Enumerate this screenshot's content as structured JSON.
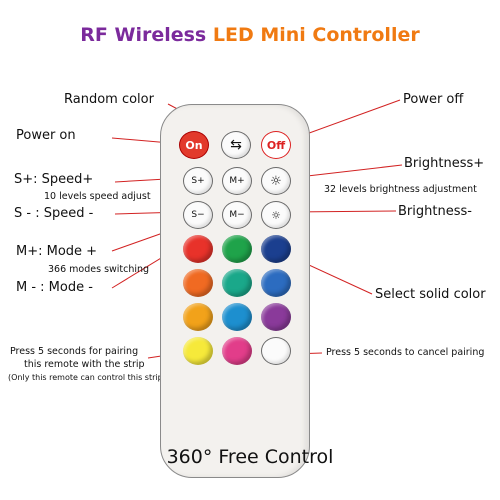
{
  "title": {
    "part1": "RF Wireless LED Mini Controller",
    "color1": "#7b2a9c",
    "color2": "#f07a12"
  },
  "labels": {
    "random_color": "Random color",
    "power_off": "Power off",
    "power_on": "Power on",
    "speed_plus": "S+: Speed+",
    "speed_plus_note": "10 levels speed adjust",
    "speed_minus": "S - :  Speed -",
    "mode_plus": "M+: Mode +",
    "mode_plus_note": "366  modes switching",
    "mode_minus": "M - : Mode -",
    "brightness_plus": "Brightness+",
    "brightness_note": "32 levels brightness adjustment",
    "brightness_minus": "Brightness-",
    "select_solid_color": "Select solid color",
    "pairing_line1": "Press 5 seconds for pairing",
    "pairing_line2": "this remote with the strip",
    "pairing_line3": "(Only this remote can control this strip )",
    "cancel_pairing": "Press 5 seconds to cancel pairing"
  },
  "buttons": {
    "on": "On",
    "off": "Off",
    "random": "⇆",
    "s_plus": "S+",
    "m_plus": "M+",
    "b_plus": "☼",
    "s_minus": "S−",
    "m_minus": "M−",
    "b_minus": "☼"
  },
  "color_buttons": [
    {
      "name": "red",
      "color": "#e8322a"
    },
    {
      "name": "green",
      "color": "#1fa34a"
    },
    {
      "name": "navy",
      "color": "#1b3f8f"
    },
    {
      "name": "orange",
      "color": "#f06a22"
    },
    {
      "name": "teal",
      "color": "#1aa88a"
    },
    {
      "name": "blue",
      "color": "#2c6cc0"
    },
    {
      "name": "amber",
      "color": "#f2a21a"
    },
    {
      "name": "cyan",
      "color": "#1d8fcf"
    },
    {
      "name": "purple",
      "color": "#8a3a9a"
    },
    {
      "name": "yellow",
      "color": "#f6e93a"
    },
    {
      "name": "pink",
      "color": "#e23d8a"
    },
    {
      "name": "white",
      "color": "#fbfbfb"
    }
  ],
  "arrow_color": "#d22222",
  "footer": "360° Free Control"
}
